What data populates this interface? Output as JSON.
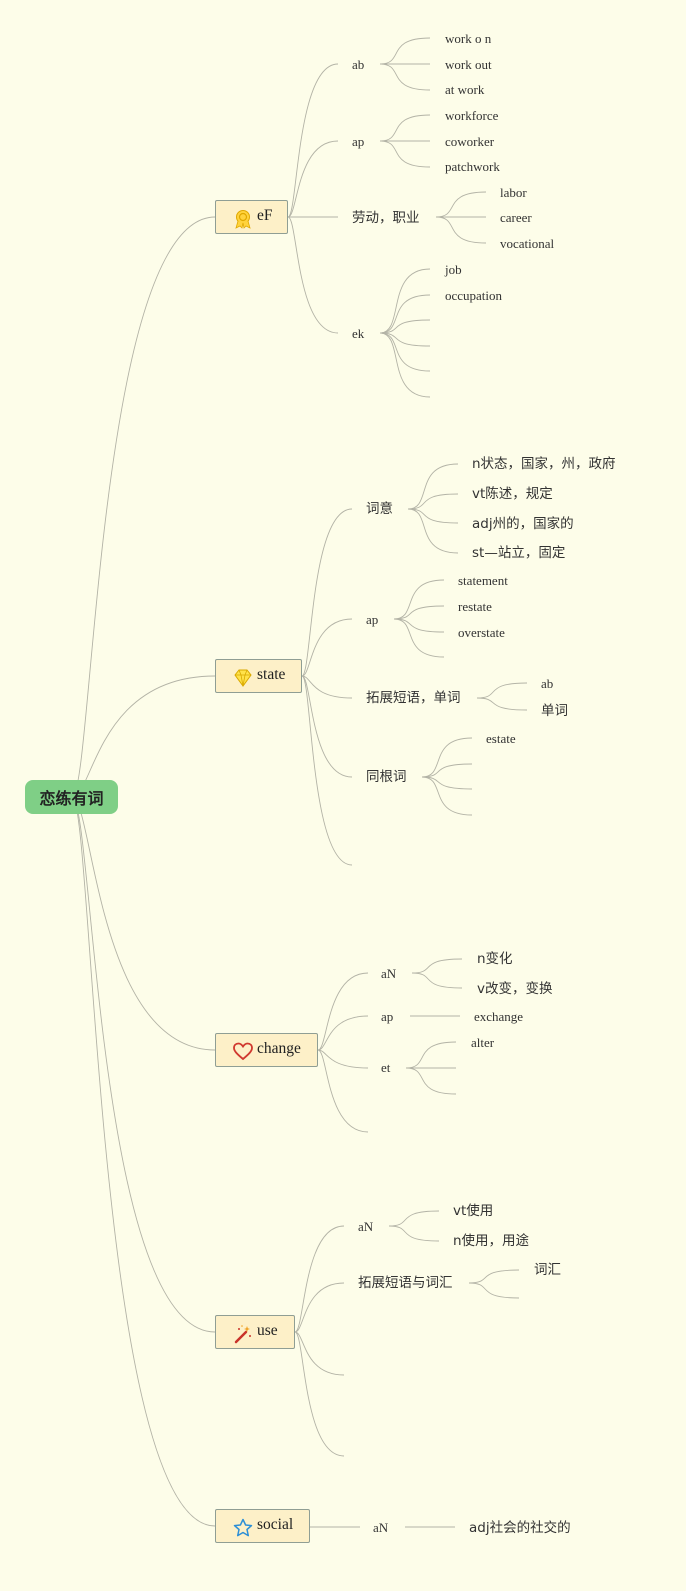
{
  "root": {
    "label": "恋练有词"
  },
  "branches": {
    "ef": {
      "label": "eF",
      "icon": "award-medal-icon",
      "ab": {
        "label": "ab",
        "items": [
          "work o n",
          "work out",
          "at work"
        ]
      },
      "ap": {
        "label": "ap",
        "items": [
          "workforce",
          "coworker",
          "patchwork"
        ]
      },
      "labor": {
        "label": "劳动，职业",
        "items": [
          "labor",
          "career",
          "vocational"
        ]
      },
      "ek": {
        "label": "ek",
        "items": [
          "job",
          "occupation"
        ]
      }
    },
    "state": {
      "label": "state",
      "icon": "diamond-gem-icon",
      "meaning": {
        "label": "词意",
        "items": [
          "n状态，国家，州，政府",
          "vt陈述，规定",
          "adj州的，国家的",
          "st—站立，固定"
        ]
      },
      "ap": {
        "label": "ap",
        "items": [
          "statement",
          "restate",
          "overstate"
        ]
      },
      "phrases": {
        "label": "拓展短语，单词",
        "items": [
          "ab",
          "单词"
        ]
      },
      "cognates": {
        "label": "同根词",
        "items": [
          "estate"
        ]
      }
    },
    "change": {
      "label": "change",
      "icon": "heart-icon",
      "an": {
        "label": "aN",
        "items": [
          "n变化",
          "v改变，变换"
        ]
      },
      "ap": {
        "label": "ap",
        "items": [
          "exchange"
        ]
      },
      "et": {
        "label": "et",
        "items": [
          "alter"
        ]
      }
    },
    "use": {
      "label": "use",
      "icon": "magic-wand-icon",
      "an": {
        "label": "aN",
        "items": [
          "vt使用",
          "n使用，用途"
        ]
      },
      "phrases": {
        "label": "拓展短语与词汇",
        "items": [
          "词汇"
        ]
      }
    },
    "social": {
      "label": "social",
      "icon": "star-icon",
      "an": {
        "label": "aN",
        "items": [
          "adj社会的社交的"
        ]
      }
    }
  },
  "colors": {
    "background": "#fdfde9",
    "root_fill": "#7fcf86",
    "node_fill": "#fdf0c8",
    "node_border": "#8f9e94",
    "connector": "#b3b3a6"
  }
}
